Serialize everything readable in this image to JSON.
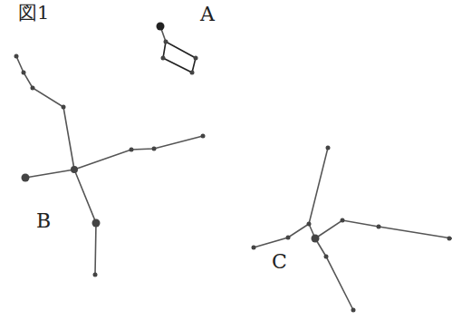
{
  "diagram": {
    "labels": [
      "図1",
      "A",
      "B",
      "C"
    ]
  }
}
